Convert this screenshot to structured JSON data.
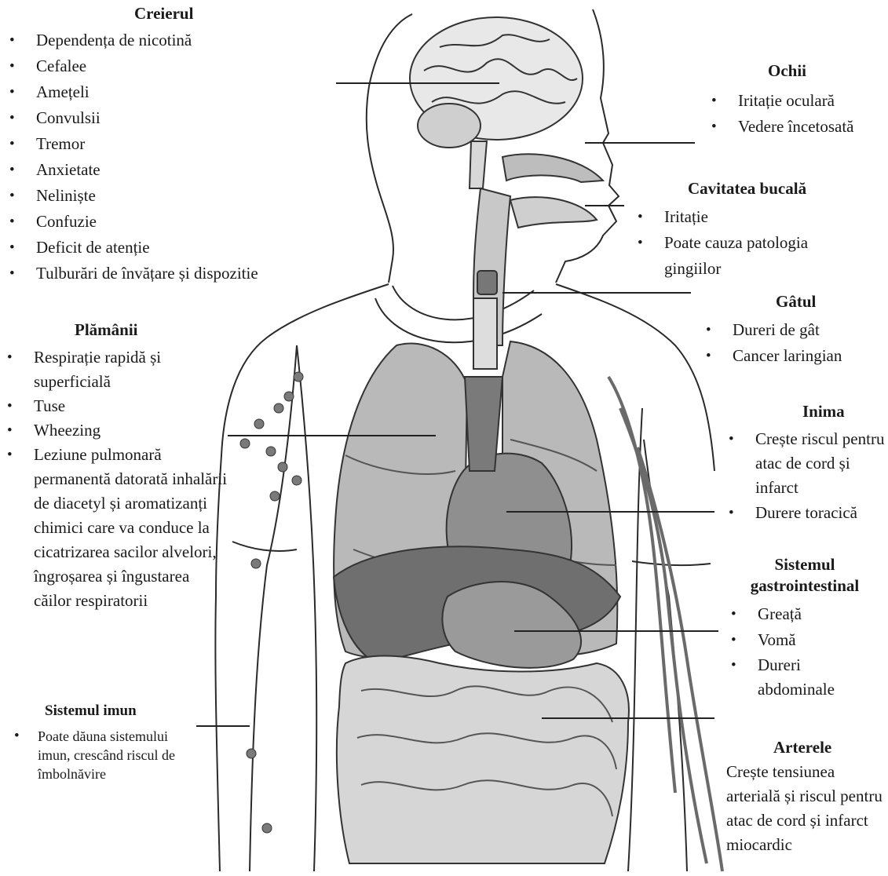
{
  "diagram": {
    "sections": {
      "creierul": {
        "title": "Creierul",
        "items": [
          "Dependența de nicotină",
          "Cefalee",
          "Amețeli",
          "Convulsii",
          "Tremor",
          "Anxietate",
          "Neliniște",
          "Confuzie",
          "Deficit de atenție",
          "Tulburări de învățare și dispozitie"
        ]
      },
      "plamanii": {
        "title": "Plămânii",
        "items": [
          "Respirație rapidă și superficială",
          "Tuse",
          "Wheezing",
          "Leziune pulmonară permanentă datorată inhalării de diacetyl și aromatizanți chimici care va conduce la cicatrizarea sacilor alvelori, îngroșarea și îngustarea căilor respiratorii"
        ]
      },
      "sistemul_imun": {
        "title": "Sistemul imun",
        "items": [
          "Poate dăuna sistemului imun, crescând riscul de îmbolnăvire"
        ]
      },
      "ochii": {
        "title": "Ochii",
        "items": [
          "Iritație oculară",
          "Vedere încetosată"
        ]
      },
      "cavitatea_bucala": {
        "title": "Cavitatea bucală",
        "items": [
          "Iritație",
          "Poate cauza patologia gingiilor"
        ]
      },
      "gatul": {
        "title": "Gâtul",
        "items": [
          "Dureri de gât",
          "Cancer laringian"
        ]
      },
      "inima": {
        "title": "Inima",
        "items": [
          "Crește riscul pentru atac de cord și infarct",
          "Durere toracică"
        ]
      },
      "gastro": {
        "title": "Sistemul gastrointestinal",
        "items": [
          "Greață",
          "Vomă",
          "Dureri abdominale"
        ]
      },
      "arterele": {
        "title": "Arterele",
        "text": "Crește tensiunea arterială și riscul pentru atac de cord și infarct miocardic"
      }
    }
  }
}
